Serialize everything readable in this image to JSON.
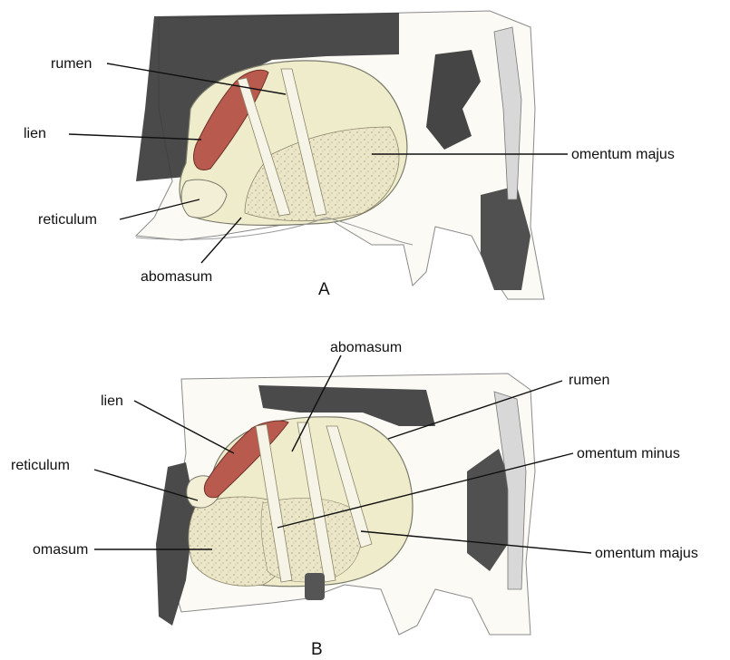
{
  "panels": [
    {
      "id": "A",
      "panel_label": "A",
      "labels": {
        "rumen": "rumen",
        "lien": "lien",
        "reticulum": "reticulum",
        "abomasum": "abomasum",
        "omentum_majus": "omentum majus"
      }
    },
    {
      "id": "B",
      "panel_label": "B",
      "labels": {
        "abomasum": "abomasum",
        "rumen": "rumen",
        "lien": "lien",
        "reticulum": "reticulum",
        "omentum_minus": "omentum minus",
        "omasum": "omasum",
        "omentum_majus": "omentum majus"
      }
    }
  ],
  "colors": {
    "spleen": "#b85a4e",
    "stomach": "#efeccc",
    "omentum": "#e9e4c4",
    "hide_dark": "#3a3a3a",
    "outline": "#777777"
  }
}
